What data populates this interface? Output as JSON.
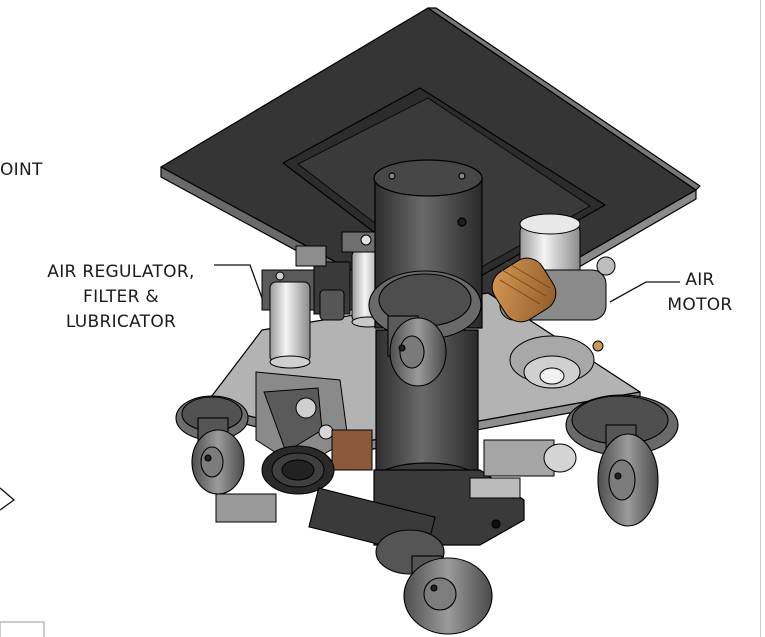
{
  "labels": {
    "truncated_left": "OINT",
    "air_regulator_line1": "AIR REGULATOR,",
    "air_regulator_line2": "FILTER &",
    "air_regulator_line3": "LUBRICATOR",
    "air_motor_line1": "AIR",
    "air_motor_line2": "MOTOR"
  },
  "colors": {
    "platform_top": "#333333",
    "platform_edge": "#777777",
    "column": "#3f3f3f",
    "base_plate": "#b5b5b5",
    "wheel": "#6e6e6e",
    "filter_coil": "#b87a3c"
  }
}
